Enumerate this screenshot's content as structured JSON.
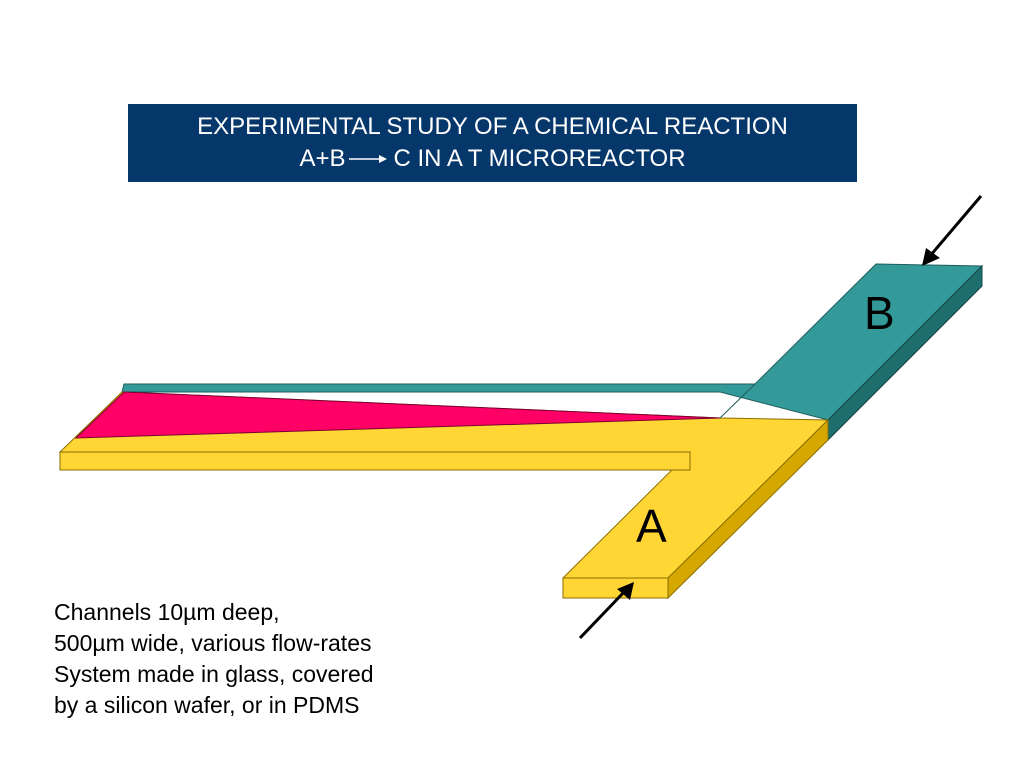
{
  "title": {
    "line1": "EXPERIMENTAL STUDY OF A CHEMICAL REACTION",
    "line2_left": "A+B",
    "line2_right": "C IN A T MICROREACTOR"
  },
  "diagram": {
    "inlet_b_label": "B",
    "inlet_a_label": "A",
    "colors": {
      "channel_b": "#339999",
      "channel_b_side": "#1E6E6E",
      "channel_a": "#FFD633",
      "channel_a_side": "#D4A800",
      "product_c": "#FF0066",
      "title_background": "#06376A"
    }
  },
  "notes": {
    "line1": "Channels 10µm deep,",
    "line2": "500µm wide, various flow-rates",
    "line3": "System made in glass, covered",
    "line4": "by a silicon wafer, or in PDMS"
  }
}
